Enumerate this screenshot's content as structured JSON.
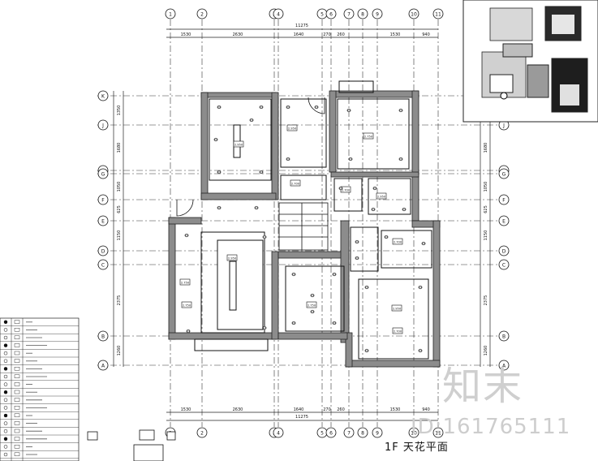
{
  "title": "1F 天花平面",
  "watermark": {
    "brand": "知末",
    "id": "ID:161765111"
  },
  "grid": {
    "columns": [
      "1",
      "2",
      "3",
      "4",
      "5",
      "6",
      "7",
      "8",
      "9",
      "10",
      "11"
    ],
    "rows": [
      "K",
      "J",
      "H",
      "G",
      "F",
      "E",
      "D",
      "C",
      "B",
      "A"
    ]
  },
  "top_dimensions": [
    "1530",
    "2630",
    "1640",
    "270",
    "260",
    "1530",
    "940"
  ],
  "overall_dimension": "11275",
  "left_dimensions": [
    "1350",
    "1680",
    "1050",
    "625",
    "1150",
    "2375",
    "1260"
  ],
  "room_labels": [
    "2.950",
    "2.950",
    "2.750",
    "2.700",
    "2.700",
    "2.950",
    "2.950",
    "2.750",
    "2.750",
    "2.750",
    "2.950",
    "2.700",
    "2.700"
  ],
  "legend_rows": [
    "",
    "",
    "",
    "",
    "",
    "",
    "",
    "",
    "",
    "",
    "",
    "",
    "",
    "",
    "",
    "",
    "",
    ""
  ]
}
